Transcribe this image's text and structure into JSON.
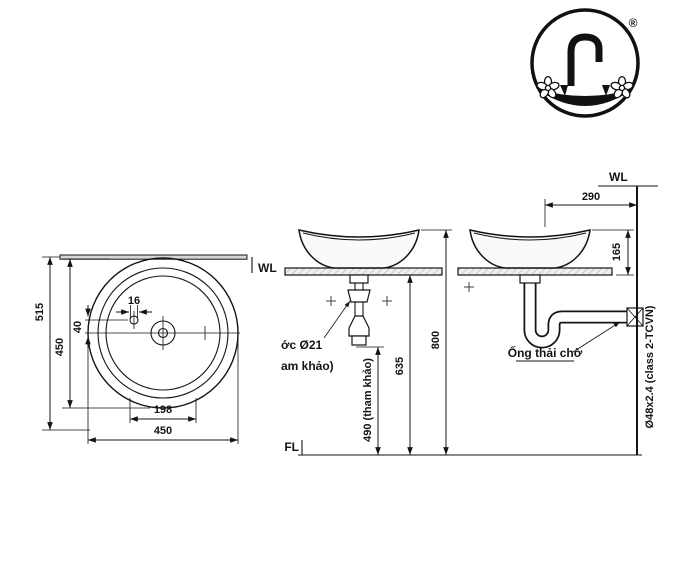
{
  "drawing": {
    "registered_mark": "®",
    "levels": {
      "wl_top_view": "WL",
      "wl_wall": "WL",
      "fl": "FL"
    },
    "top_view": {
      "dim_total_depth": "515",
      "dim_basin_depth": "450",
      "dim_hole_offset": "40",
      "dim_hole_width": "16",
      "dim_hole_span": "198",
      "dim_basin_width": "450"
    },
    "front_view": {
      "dim_counter_height": "635",
      "dim_total_height": "800",
      "dim_drain_height": "490 (tham khảo)",
      "note_line1": "ớc Ø21",
      "note_line2": "am khảo)"
    },
    "side_view": {
      "dim_wall_offset": "290",
      "dim_bowl_height": "165",
      "waste_pipe_label": "Ống thải chờ",
      "pipe_spec_label": "Ø48x2.4 (class 2-TCVN)"
    }
  }
}
